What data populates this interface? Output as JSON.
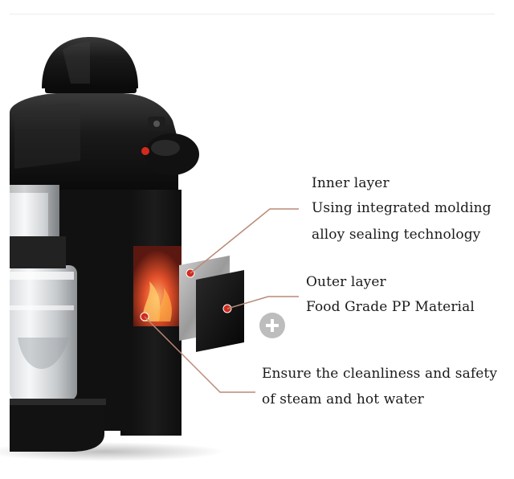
{
  "callouts": {
    "inner": {
      "title": "Inner layer",
      "line1": "Using integrated molding",
      "line2": "alloy sealing technology"
    },
    "outer": {
      "title": "Outer layer",
      "line1": "Food Grade PP Material"
    },
    "safety": {
      "line1": "Ensure the cleanliness and safety",
      "line2": "of steam and hot water"
    }
  },
  "colors": {
    "machine_body": "#151515",
    "accent_red": "#d42a1c",
    "leader_line": "#b98a78",
    "background": "#ffffff"
  }
}
